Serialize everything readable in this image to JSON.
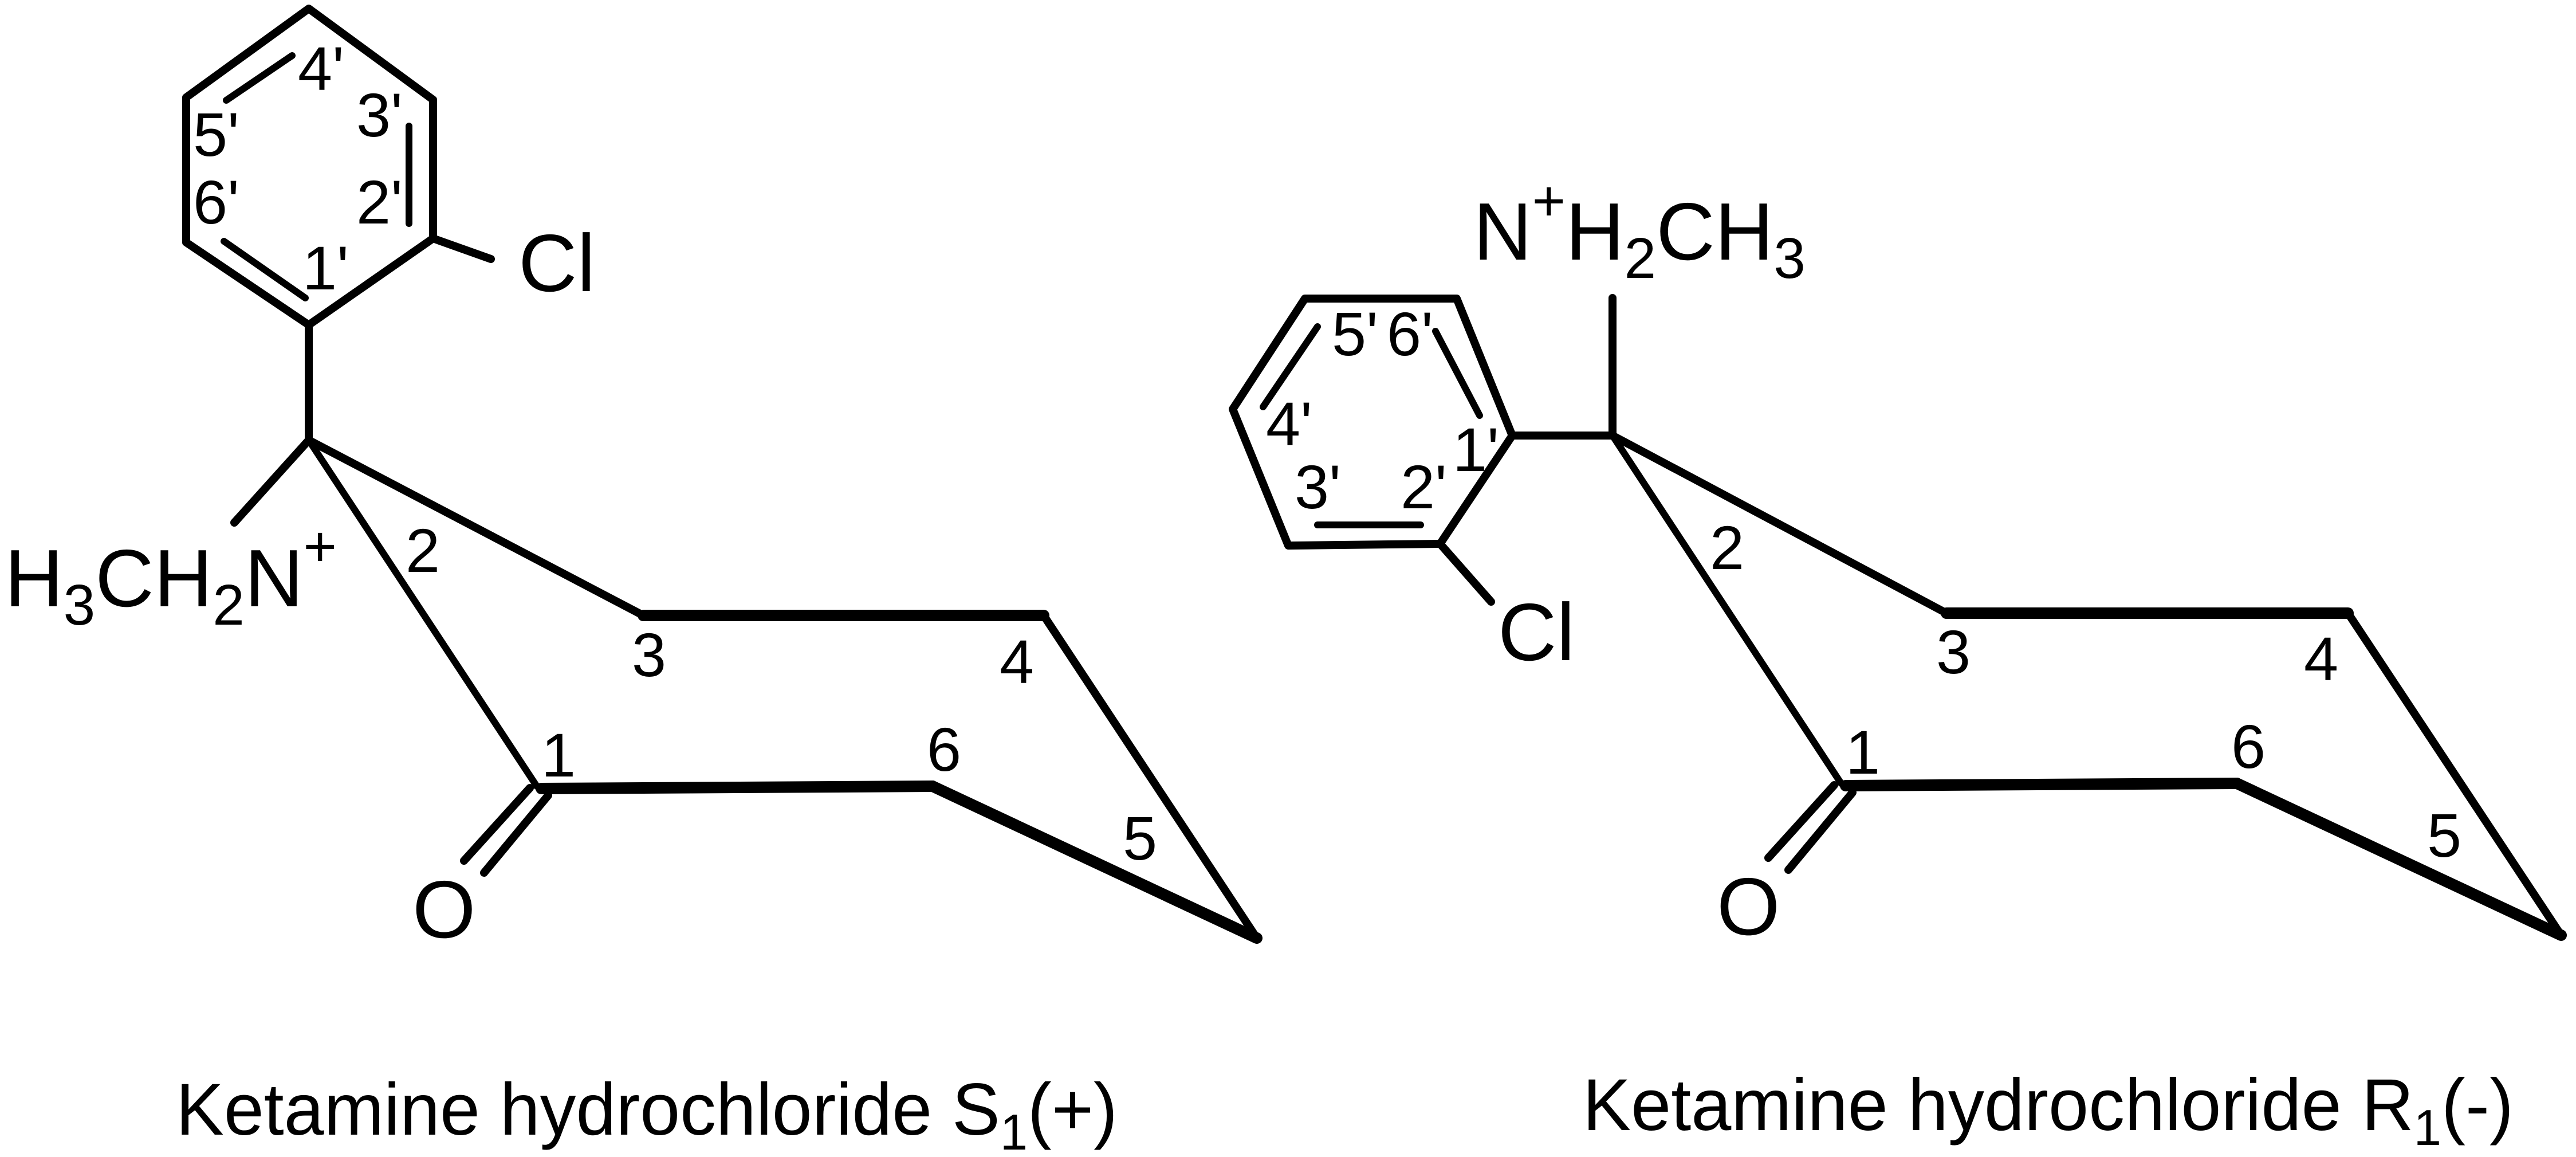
{
  "figure": {
    "type": "chemical-structure-comparison",
    "compound": "Ketamine hydrochloride",
    "stroke_color": "#000000",
    "background_color": "#ffffff"
  },
  "molecules": [
    {
      "id": "s-enantiomer",
      "caption": {
        "prefix": "Ketamine  hydrochloride ",
        "config_letter": "S",
        "config_subscript": "1",
        "rotation": "(+)"
      },
      "amine_label": {
        "h": "H",
        "h_sub": "3",
        "ch": "CH",
        "ch_sub": "2",
        "n": "N",
        "charge": "+"
      },
      "halogen": "Cl",
      "carbonyl_oxygen": "O",
      "ring_numbers": [
        "1",
        "2",
        "3",
        "4",
        "5",
        "6"
      ],
      "aryl_numbers": [
        "1'",
        "2'",
        "3'",
        "4'",
        "5'",
        "6'"
      ]
    },
    {
      "id": "r-enantiomer",
      "caption": {
        "prefix": "Ketamine  hydrochloride ",
        "config_letter": "R",
        "config_subscript": "1",
        "rotation": "(-)"
      },
      "amine_label": {
        "n": "N",
        "charge": "+",
        "h": "H",
        "h_sub": "2",
        "ch": "CH",
        "ch_sub": "3"
      },
      "halogen": "Cl",
      "carbonyl_oxygen": "O",
      "ring_numbers": [
        "1",
        "2",
        "3",
        "4",
        "5",
        "6"
      ],
      "aryl_numbers": [
        "1'",
        "2'",
        "3'",
        "4'",
        "5'",
        "6'"
      ]
    }
  ]
}
